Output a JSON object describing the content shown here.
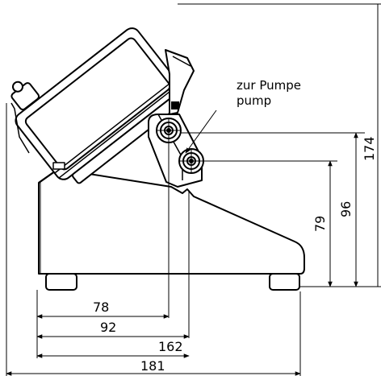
{
  "labels": {
    "pump_de": "zur Pumpe",
    "pump_en": "pump"
  },
  "dimensions": {
    "d78": "78",
    "d92": "92",
    "d162": "162",
    "d181": "181",
    "d79": "79",
    "d96": "96",
    "d174": "174"
  },
  "colors": {
    "line": "#000000",
    "background": "#ffffff"
  }
}
